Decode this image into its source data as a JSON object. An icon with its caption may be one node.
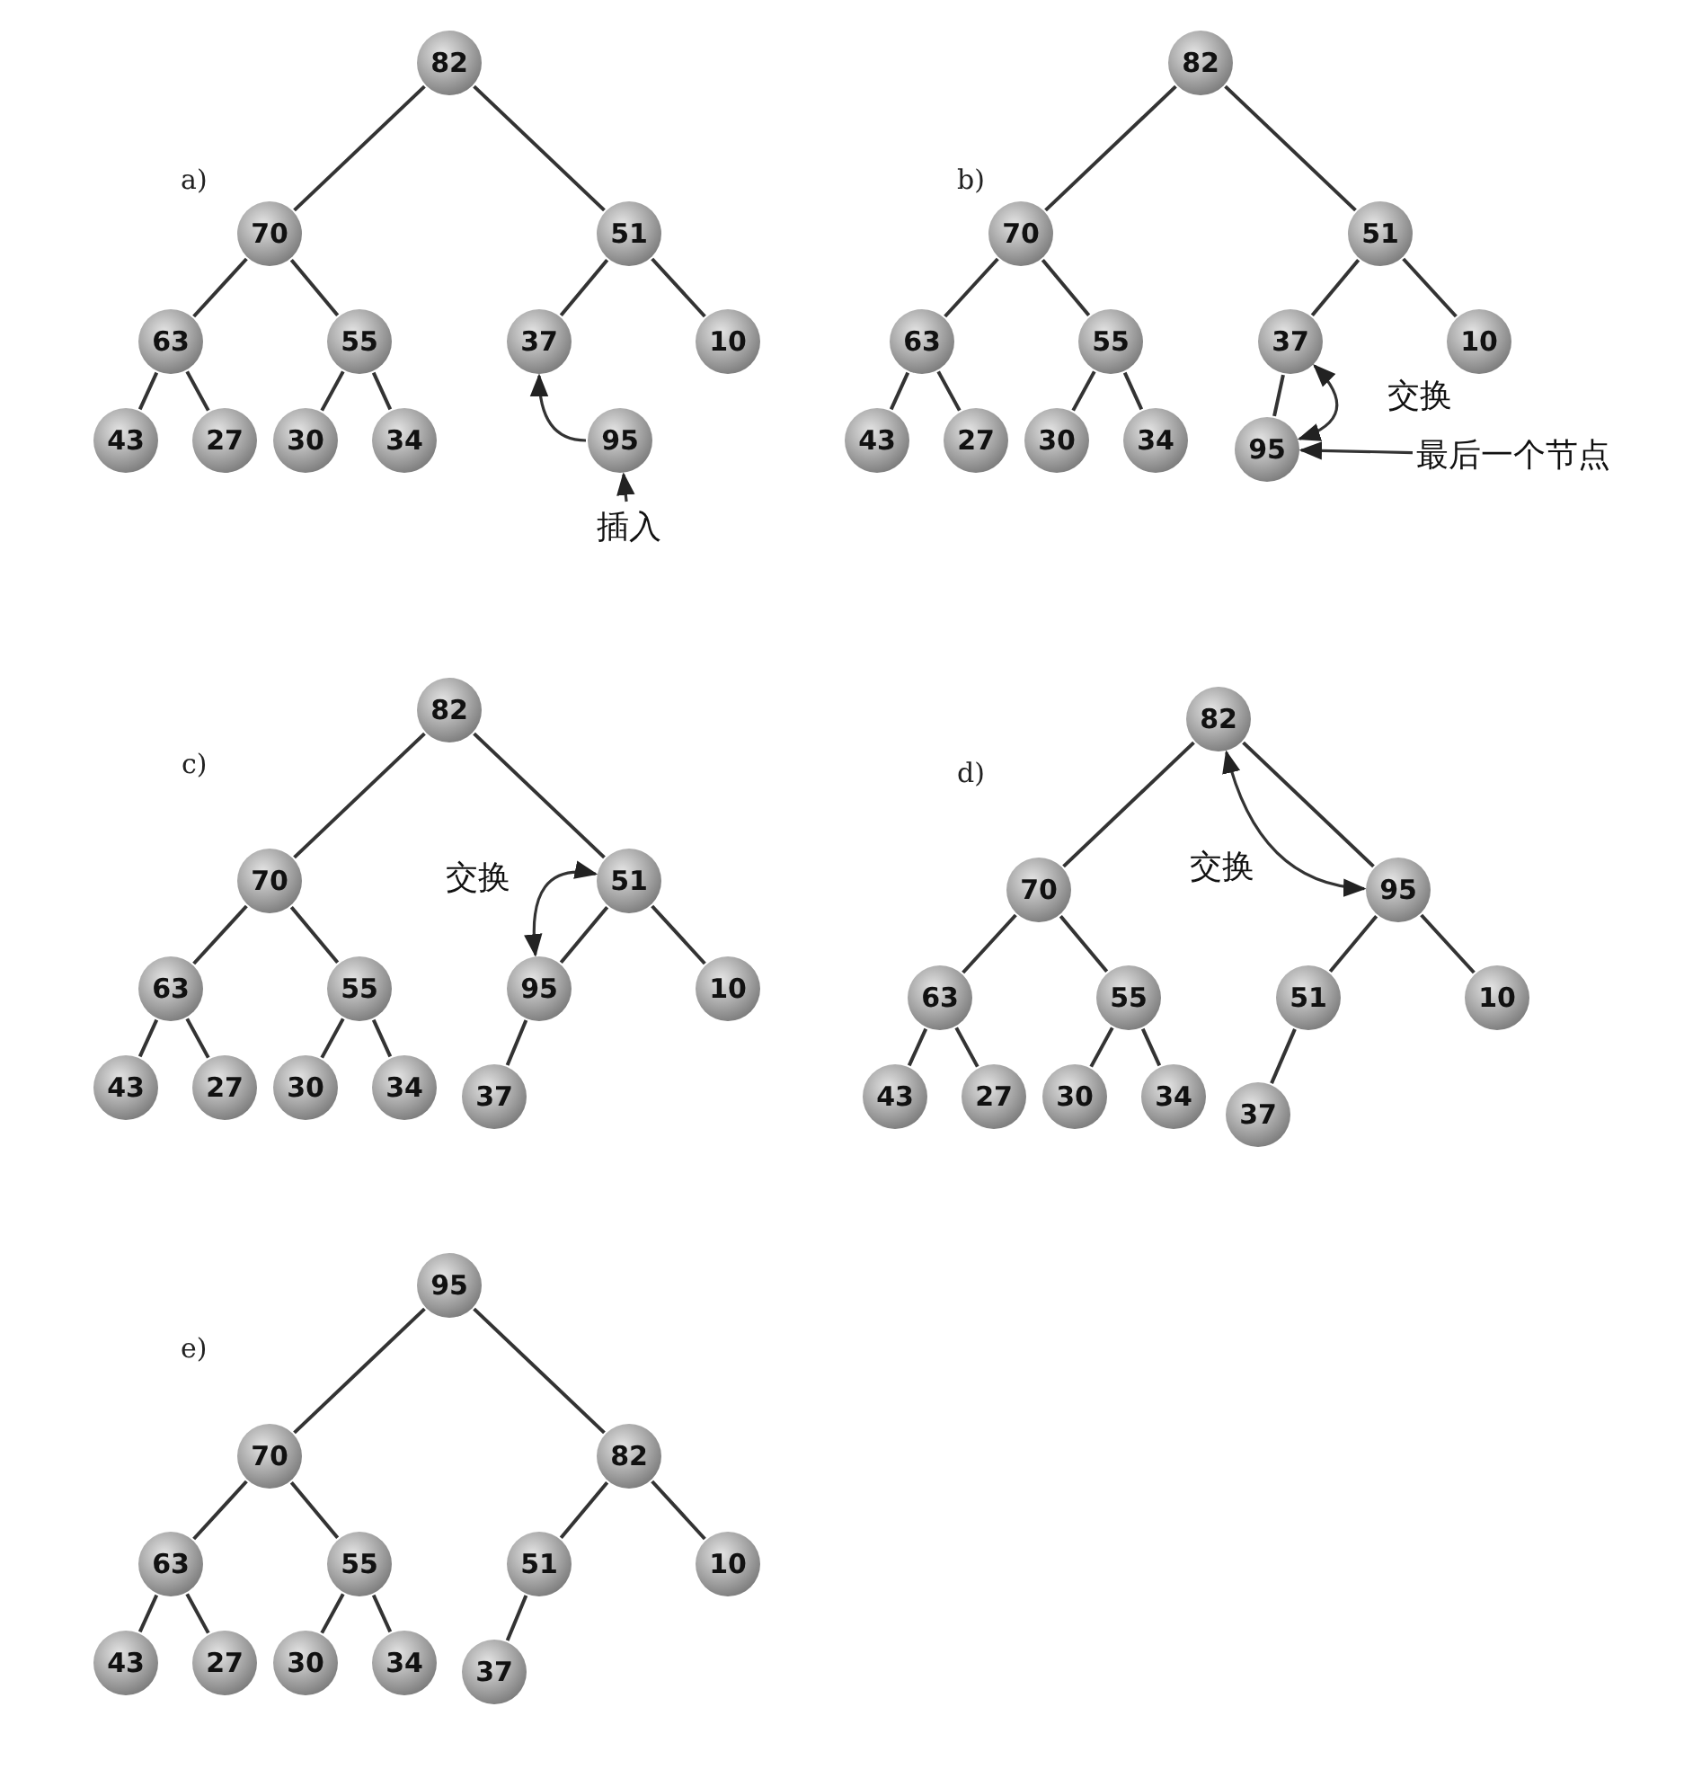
{
  "diagram": {
    "nodes": [
      {
        "text": [
          "82"
        ]
      },
      {
        "text": [
          "70"
        ]
      },
      {
        "text": [
          "51"
        ]
      },
      {
        "text": [
          "63"
        ]
      },
      {
        "text": [
          "55"
        ]
      },
      {
        "text": [
          "37"
        ]
      },
      {
        "text": [
          "10"
        ]
      },
      {
        "text": [
          "43"
        ]
      },
      {
        "text": [
          "27"
        ]
      },
      {
        "text": [
          "30"
        ]
      },
      {
        "text": [
          "34"
        ]
      },
      {
        "text": [
          "95"
        ]
      },
      {
        "text": [
          "插入"
        ]
      },
      {
        "text": [
          "82"
        ]
      },
      {
        "text": [
          "70"
        ]
      },
      {
        "text": [
          "51"
        ]
      },
      {
        "text": [
          "63"
        ]
      },
      {
        "text": [
          "55"
        ]
      },
      {
        "text": [
          "37"
        ]
      },
      {
        "text": [
          "10"
        ]
      },
      {
        "text": [
          "43"
        ]
      },
      {
        "text": [
          "27"
        ]
      },
      {
        "text": [
          "30"
        ]
      },
      {
        "text": [
          "34"
        ]
      },
      {
        "text": [
          "95"
        ]
      },
      {
        "text": [
          "最后一个节点"
        ]
      },
      {
        "text": [
          "82"
        ]
      },
      {
        "text": [
          "70"
        ]
      },
      {
        "text": [
          "51"
        ]
      },
      {
        "text": [
          "63"
        ]
      },
      {
        "text": [
          "55"
        ]
      },
      {
        "text": [
          "95"
        ]
      },
      {
        "text": [
          "10"
        ]
      },
      {
        "text": [
          "43"
        ]
      },
      {
        "text": [
          "27"
        ]
      },
      {
        "text": [
          "30"
        ]
      },
      {
        "text": [
          "34"
        ]
      },
      {
        "text": [
          "37"
        ]
      },
      {
        "text": [
          "82"
        ]
      },
      {
        "text": [
          "70"
        ]
      },
      {
        "text": [
          "95"
        ]
      },
      {
        "text": [
          "63"
        ]
      },
      {
        "text": [
          "55"
        ]
      },
      {
        "text": [
          "51"
        ]
      },
      {
        "text": [
          "10"
        ]
      },
      {
        "text": [
          "43"
        ]
      },
      {
        "text": [
          "27"
        ]
      },
      {
        "text": [
          "30"
        ]
      },
      {
        "text": [
          "34"
        ]
      },
      {
        "text": [
          "37"
        ]
      },
      {
        "text": [
          "95"
        ]
      },
      {
        "text": [
          "70"
        ]
      },
      {
        "text": [
          "82"
        ]
      },
      {
        "text": [
          "63"
        ]
      },
      {
        "text": [
          "55"
        ]
      },
      {
        "text": [
          "51"
        ]
      },
      {
        "text": [
          "10"
        ]
      },
      {
        "text": [
          "43"
        ]
      },
      {
        "text": [
          "27"
        ]
      },
      {
        "text": [
          "30"
        ]
      },
      {
        "text": [
          "34"
        ]
      },
      {
        "text": [
          "37"
        ]
      }
    ],
    "edges": [
      {
        "from": 0,
        "to": 1,
        "arrow": "none"
      },
      {
        "from": 0,
        "to": 2,
        "arrow": "none"
      },
      {
        "from": 1,
        "to": 3,
        "arrow": "none"
      },
      {
        "from": 1,
        "to": 4,
        "arrow": "none"
      },
      {
        "from": 2,
        "to": 5,
        "arrow": "none"
      },
      {
        "from": 2,
        "to": 6,
        "arrow": "none"
      },
      {
        "from": 3,
        "to": 7,
        "arrow": "none"
      },
      {
        "from": 3,
        "to": 8,
        "arrow": "none"
      },
      {
        "from": 4,
        "to": 9,
        "arrow": "none"
      },
      {
        "from": 4,
        "to": 10,
        "arrow": "none"
      },
      {
        "from": 12,
        "to": 11,
        "arrow": "to"
      },
      {
        "from": 11,
        "to": 5,
        "arrow": "to"
      },
      {
        "from": 13,
        "to": 14,
        "arrow": "none"
      },
      {
        "from": 13,
        "to": 15,
        "arrow": "none"
      },
      {
        "from": 14,
        "to": 16,
        "arrow": "none"
      },
      {
        "from": 14,
        "to": 17,
        "arrow": "none"
      },
      {
        "from": 15,
        "to": 18,
        "arrow": "none"
      },
      {
        "from": 15,
        "to": 19,
        "arrow": "none"
      },
      {
        "from": 16,
        "to": 20,
        "arrow": "none"
      },
      {
        "from": 16,
        "to": 21,
        "arrow": "none"
      },
      {
        "from": 17,
        "to": 22,
        "arrow": "none"
      },
      {
        "from": 17,
        "to": 23,
        "arrow": "none"
      },
      {
        "from": 18,
        "to": 24,
        "arrow": "none"
      },
      {
        "from": 24,
        "to": 18,
        "arrow": "both",
        "label": "交换"
      },
      {
        "from": 25,
        "to": 24,
        "arrow": "to"
      },
      {
        "from": 26,
        "to": 27,
        "arrow": "none"
      },
      {
        "from": 26,
        "to": 28,
        "arrow": "none"
      },
      {
        "from": 27,
        "to": 29,
        "arrow": "none"
      },
      {
        "from": 27,
        "to": 30,
        "arrow": "none"
      },
      {
        "from": 28,
        "to": 31,
        "arrow": "none"
      },
      {
        "from": 28,
        "to": 32,
        "arrow": "none"
      },
      {
        "from": 29,
        "to": 33,
        "arrow": "none"
      },
      {
        "from": 29,
        "to": 34,
        "arrow": "none"
      },
      {
        "from": 30,
        "to": 35,
        "arrow": "none"
      },
      {
        "from": 30,
        "to": 36,
        "arrow": "none"
      },
      {
        "from": 31,
        "to": 37,
        "arrow": "none"
      },
      {
        "from": 31,
        "to": 28,
        "arrow": "both",
        "label": "交换"
      },
      {
        "from": 38,
        "to": 39,
        "arrow": "none"
      },
      {
        "from": 38,
        "to": 40,
        "arrow": "none"
      },
      {
        "from": 39,
        "to": 41,
        "arrow": "none"
      },
      {
        "from": 39,
        "to": 42,
        "arrow": "none"
      },
      {
        "from": 40,
        "to": 43,
        "arrow": "none"
      },
      {
        "from": 40,
        "to": 44,
        "arrow": "none"
      },
      {
        "from": 41,
        "to": 45,
        "arrow": "none"
      },
      {
        "from": 41,
        "to": 46,
        "arrow": "none"
      },
      {
        "from": 42,
        "to": 47,
        "arrow": "none"
      },
      {
        "from": 42,
        "to": 48,
        "arrow": "none"
      },
      {
        "from": 43,
        "to": 49,
        "arrow": "none"
      },
      {
        "from": 38,
        "to": 40,
        "arrow": "both",
        "label": "交换"
      },
      {
        "from": 50,
        "to": 51,
        "arrow": "none"
      },
      {
        "from": 50,
        "to": 52,
        "arrow": "none"
      },
      {
        "from": 51,
        "to": 53,
        "arrow": "none"
      },
      {
        "from": 51,
        "to": 54,
        "arrow": "none"
      },
      {
        "from": 52,
        "to": 55,
        "arrow": "none"
      },
      {
        "from": 52,
        "to": 56,
        "arrow": "none"
      },
      {
        "from": 53,
        "to": 57,
        "arrow": "none"
      },
      {
        "from": 53,
        "to": 58,
        "arrow": "none"
      },
      {
        "from": 54,
        "to": 59,
        "arrow": "none"
      },
      {
        "from": 54,
        "to": 60,
        "arrow": "none"
      },
      {
        "from": 55,
        "to": 61,
        "arrow": "none"
      }
    ],
    "labels": [
      "a)",
      "b)",
      "c)",
      "d)",
      "e)"
    ]
  }
}
